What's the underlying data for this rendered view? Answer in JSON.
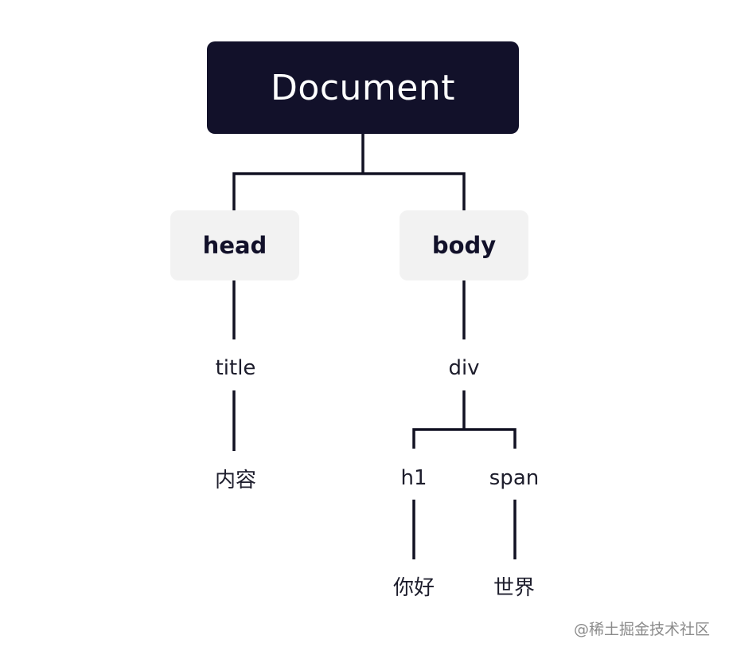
{
  "diagram": {
    "root": "Document",
    "children": {
      "head": "head",
      "body": "body"
    },
    "head_child": "title",
    "title_content": "内容",
    "body_child": "div",
    "div_children": {
      "h1": "h1",
      "span": "span"
    },
    "h1_content": "你好",
    "span_content": "世界"
  },
  "watermark": "@稀土掘金技术社区",
  "colors": {
    "root_background": "#12112a",
    "box_background": "#f2f2f2",
    "line": "#111122"
  }
}
